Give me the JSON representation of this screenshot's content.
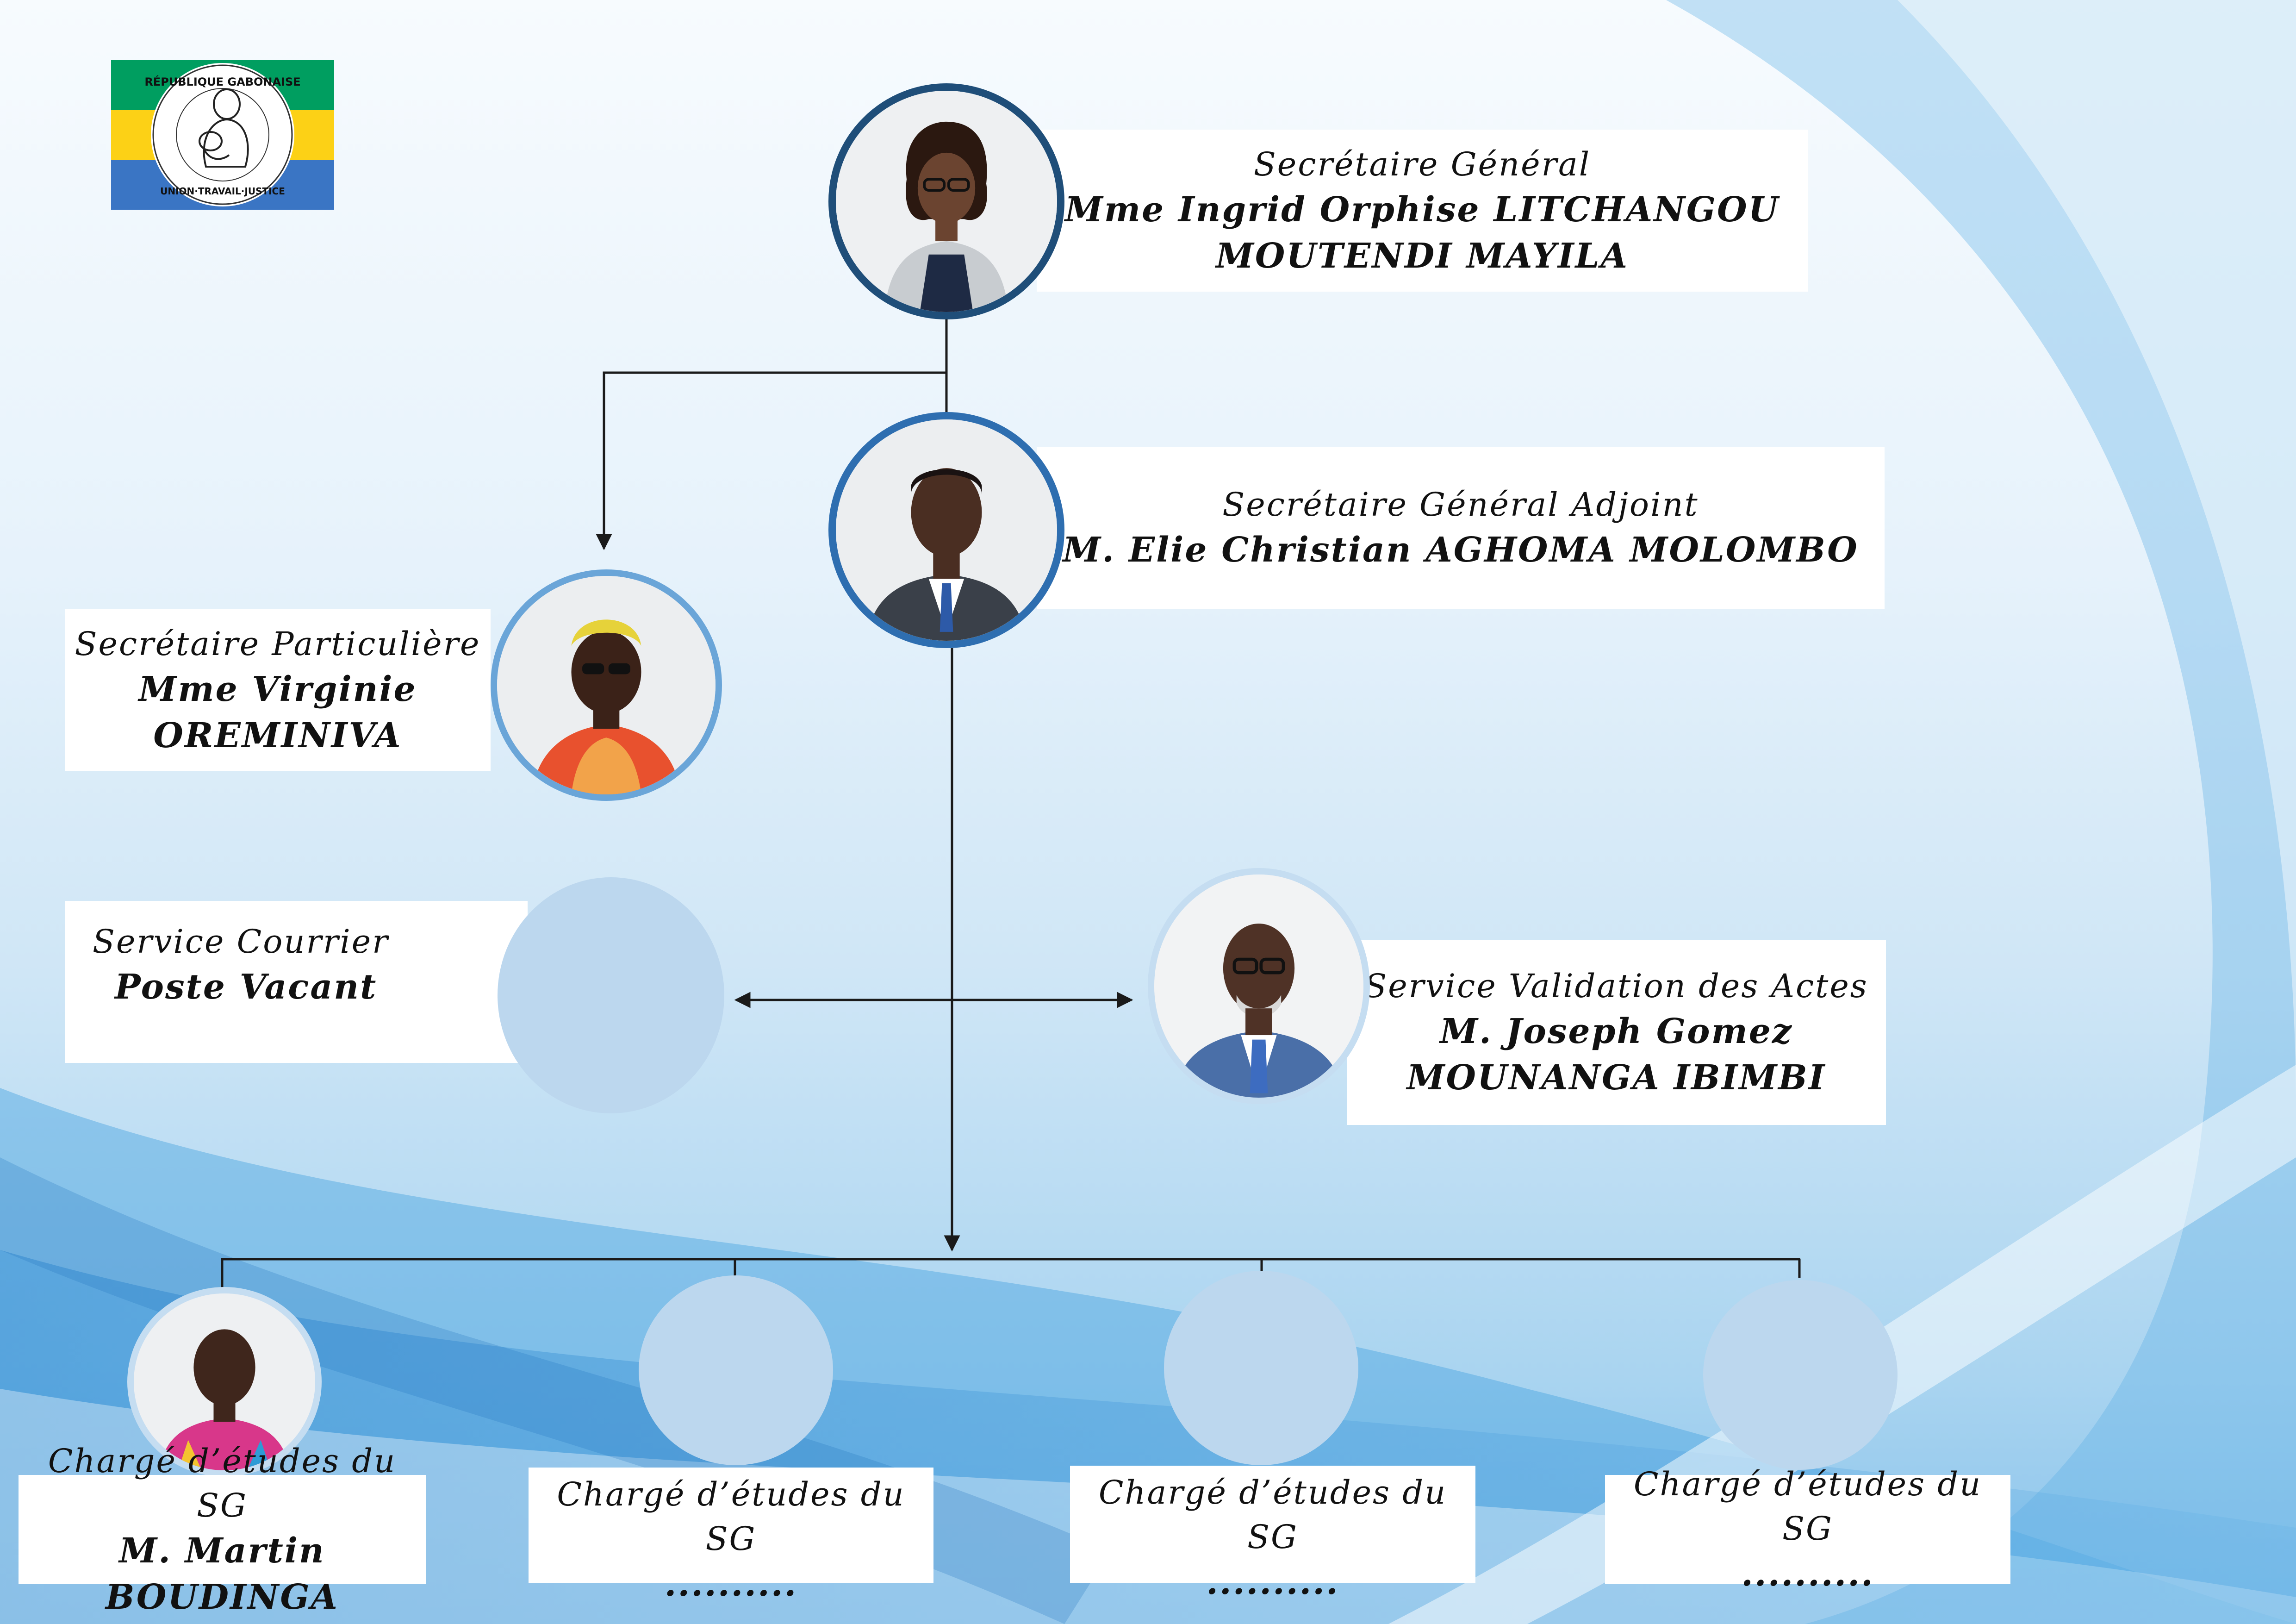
{
  "emblem": {
    "seal_text": "RÉPUBLIQUE GABONAISE · UNION · TRAVAIL · JUSTICE",
    "flag_colors": [
      "#009e60",
      "#fcd116",
      "#3a75c4"
    ]
  },
  "secretary_general": {
    "title": "Secrétaire Général",
    "name_line1": "Mme Ingrid Orphise LITCHANGOU",
    "name_line2": "MOUTENDI  MAYILA"
  },
  "deputy_secretary_general": {
    "title": "Secrétaire Général Adjoint",
    "name": "M. Elie Christian AGHOMA MOLOMBO"
  },
  "private_secretary": {
    "title": "Secrétaire Particulière",
    "name_line1": "Mme Virginie",
    "name_line2": "OREMINIVA"
  },
  "mail_service": {
    "title": "Service Courrier",
    "name": "Poste Vacant"
  },
  "acts_validation_service": {
    "title": "Service Validation des Actes",
    "name_line1": "M. Joseph Gomez",
    "name_line2": "MOUNANGA IBIMBI"
  },
  "study_officers": [
    {
      "title": "Chargé d’études du SG",
      "name": "M. Martin BOUDINGA"
    },
    {
      "title": "Chargé d’études du SG",
      "name": ".........."
    },
    {
      "title": "Chargé d’études du SG",
      "name": ".........."
    },
    {
      "title": "Chargé d’études du SG",
      "name": ".........."
    }
  ],
  "colors": {
    "ring_dark": "#1f4e79",
    "ring_medium": "#5b9bd5",
    "ring_light": "#c5ddf1",
    "placeholder": "#bcd7ee",
    "connector": "#1a1a1a"
  }
}
